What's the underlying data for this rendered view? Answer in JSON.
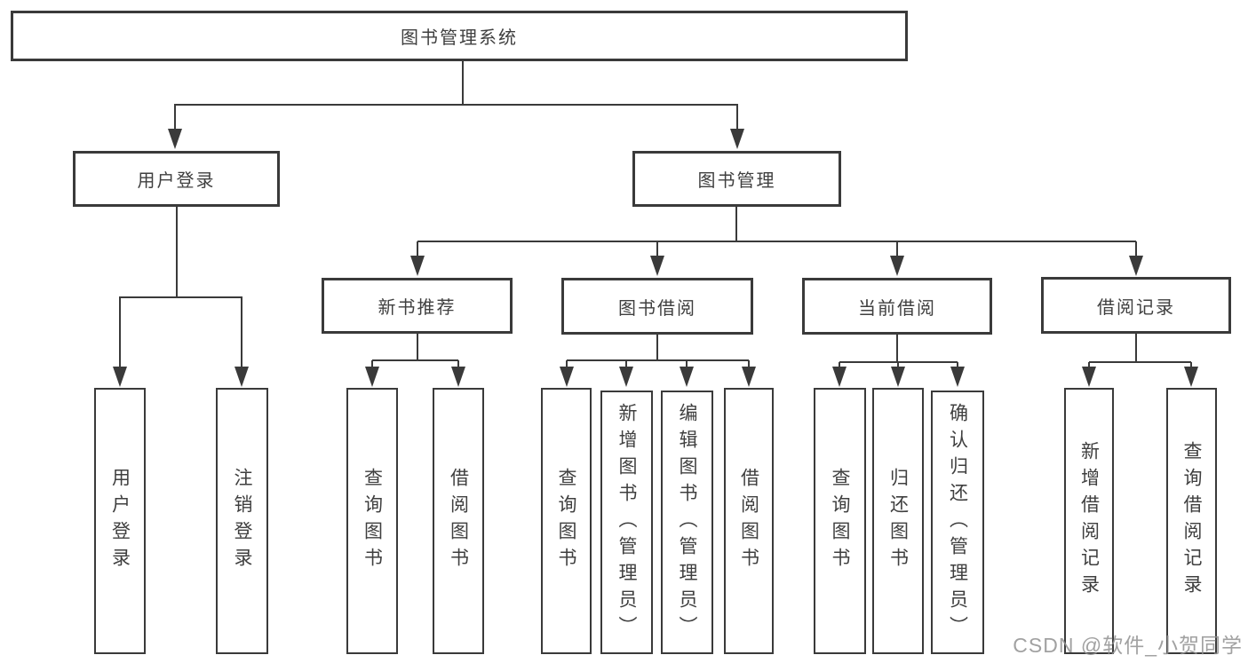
{
  "nodes": {
    "root": "图书管理系统",
    "user_login": "用户登录",
    "book_management": "图书管理",
    "new_book_recommend": "新书推荐",
    "book_borrow": "图书借阅",
    "current_borrow": "当前借阅",
    "borrow_record": "借阅记录",
    "leaf_user_login": "用户登录",
    "leaf_logout": "注销登录",
    "leaf_query_books_a": "查询图书",
    "leaf_borrow_books_a": "借阅图书",
    "leaf_query_books_b": "查询图书",
    "leaf_add_books_admin": "新增图书（管理员）",
    "leaf_edit_books_admin": "编辑图书（管理员）",
    "leaf_borrow_books_b": "借阅图书",
    "leaf_query_books_c": "查询图书",
    "leaf_return_books": "归还图书",
    "leaf_confirm_return_admin": "确认归还（管理员）",
    "leaf_add_borrow_record": "新增借阅记录",
    "leaf_query_borrow_record": "查询借阅记录"
  },
  "watermark": "CSDN @软件_小贺同学",
  "colors": {
    "line": "#3a3a3a",
    "text": "#3f3f3f",
    "background": "#ffffff",
    "watermark": "#919191"
  }
}
